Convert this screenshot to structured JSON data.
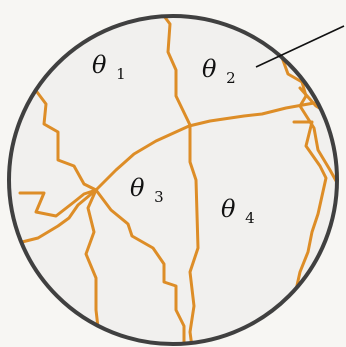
{
  "labels": {
    "theta1": {
      "base": "θ",
      "subscript": "1"
    },
    "theta2": {
      "base": "θ",
      "subscript": "2"
    },
    "theta3": {
      "base": "θ",
      "subscript": "3"
    },
    "theta4": {
      "base": "θ",
      "subscript": "4"
    }
  },
  "colors": {
    "background": "#f7f6f3",
    "circle_fill": "#f1f0ee",
    "circle_stroke": "#404040",
    "crack": "#dd8d27",
    "pointer": "#111111"
  }
}
